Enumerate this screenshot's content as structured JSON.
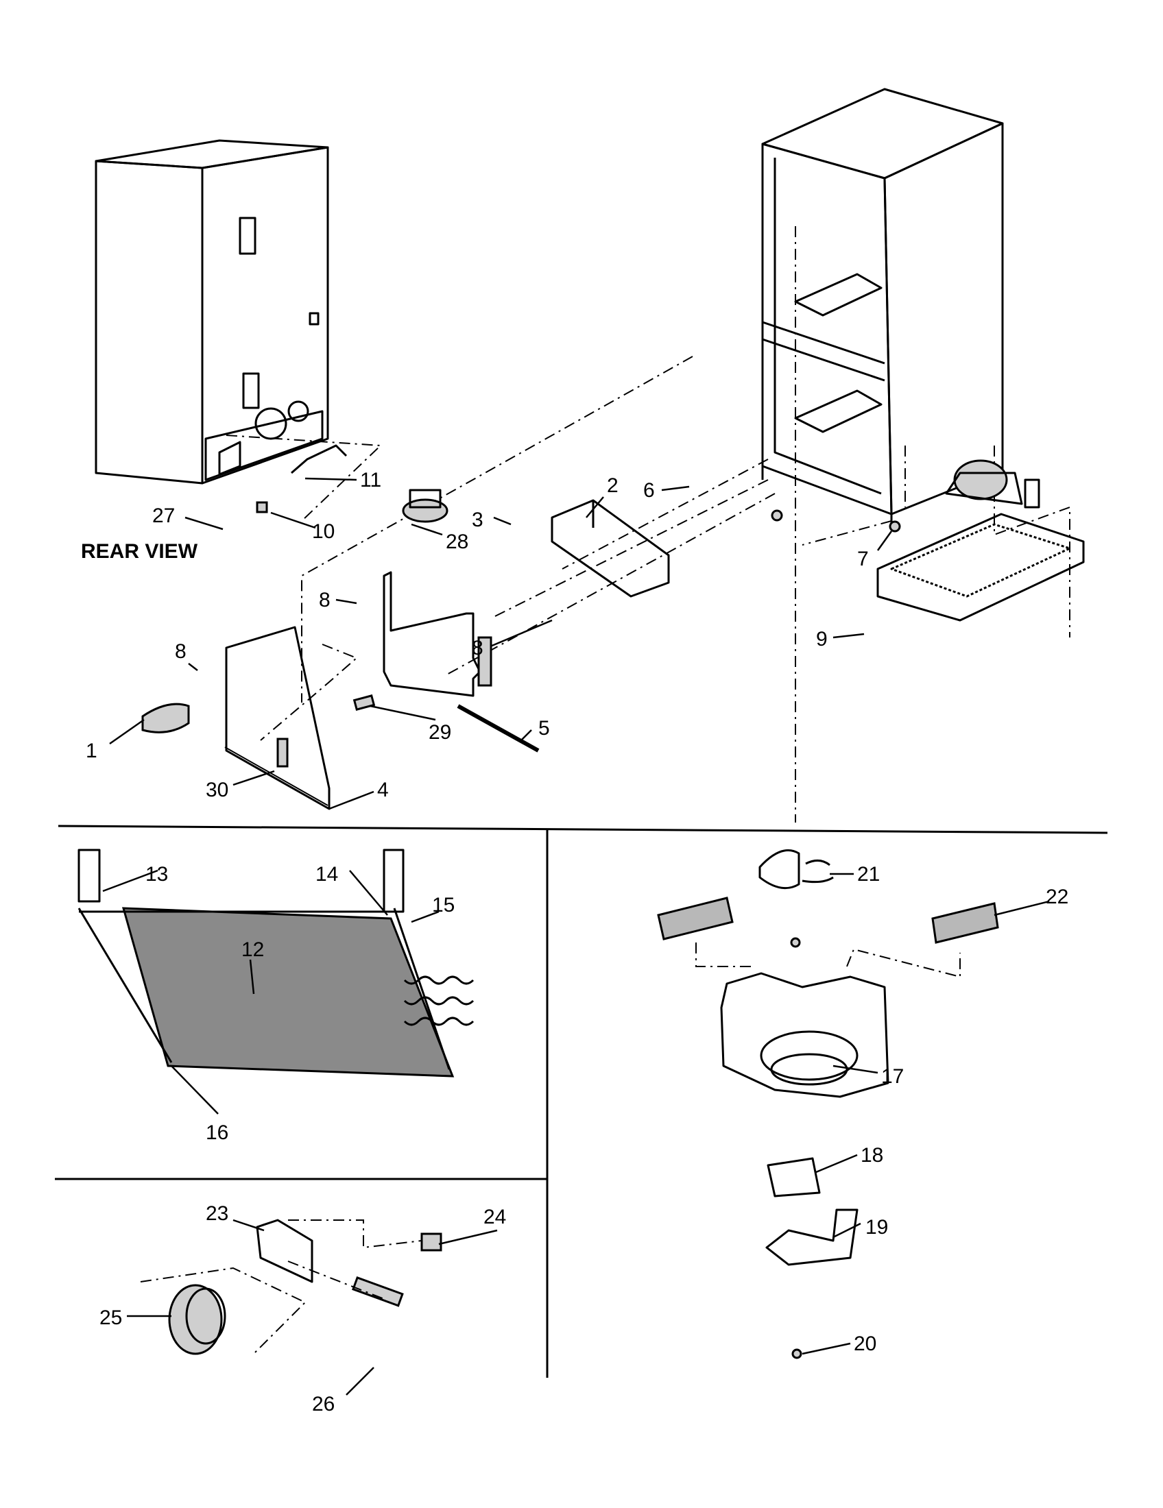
{
  "view_label": "REAR VIEW",
  "callouts": [
    {
      "id": "1",
      "text": "1"
    },
    {
      "id": "2",
      "text": "2"
    },
    {
      "id": "3",
      "text": "3"
    },
    {
      "id": "4",
      "text": "4"
    },
    {
      "id": "5",
      "text": "5"
    },
    {
      "id": "6",
      "text": "6"
    },
    {
      "id": "7",
      "text": "7"
    },
    {
      "id": "8a",
      "text": "8"
    },
    {
      "id": "8b",
      "text": "8"
    },
    {
      "id": "8c",
      "text": "8"
    },
    {
      "id": "9",
      "text": "9"
    },
    {
      "id": "10",
      "text": "10"
    },
    {
      "id": "11",
      "text": "11"
    },
    {
      "id": "12",
      "text": "12"
    },
    {
      "id": "13",
      "text": "13"
    },
    {
      "id": "14",
      "text": "14"
    },
    {
      "id": "15",
      "text": "15"
    },
    {
      "id": "16",
      "text": "16"
    },
    {
      "id": "17",
      "text": "17"
    },
    {
      "id": "18",
      "text": "18"
    },
    {
      "id": "19",
      "text": "19"
    },
    {
      "id": "20",
      "text": "20"
    },
    {
      "id": "21",
      "text": "21"
    },
    {
      "id": "22",
      "text": "22"
    },
    {
      "id": "23",
      "text": "23"
    },
    {
      "id": "24",
      "text": "24"
    },
    {
      "id": "25",
      "text": "25"
    },
    {
      "id": "26",
      "text": "26"
    },
    {
      "id": "27",
      "text": "27"
    },
    {
      "id": "28",
      "text": "28"
    },
    {
      "id": "29",
      "text": "29"
    },
    {
      "id": "30",
      "text": "30"
    }
  ]
}
